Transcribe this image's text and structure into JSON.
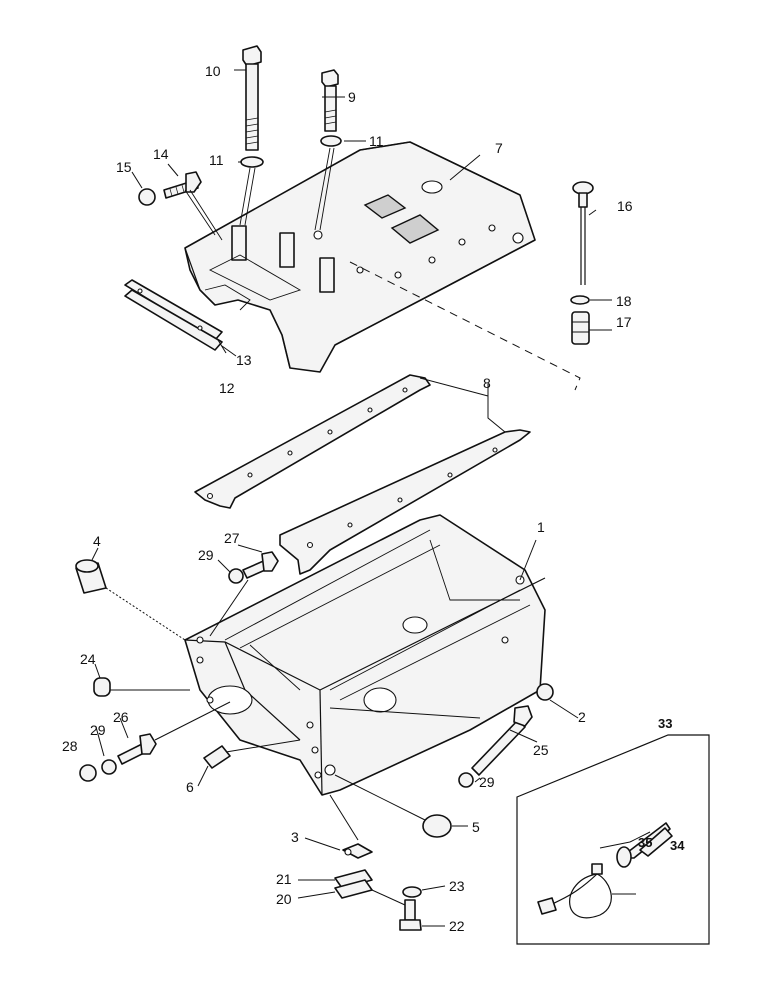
{
  "callouts": {
    "c1": "1",
    "c2": "2",
    "c3": "3",
    "c4": "4",
    "c5": "5",
    "c6": "6",
    "c7": "7",
    "c8": "8",
    "c9": "9",
    "c10": "10",
    "c11a": "11",
    "c11b": "11",
    "c12": "12",
    "c13": "13",
    "c14": "14",
    "c15": "15",
    "c16": "16",
    "c17": "17",
    "c18": "18",
    "c20": "20",
    "c21": "21",
    "c22": "22",
    "c23": "23",
    "c24": "24",
    "c25": "25",
    "c26": "26",
    "c27": "27",
    "c28": "28",
    "c29a": "29",
    "c29b": "29",
    "c29c": "29",
    "c33": "33",
    "c34": "34",
    "c35": "35"
  }
}
